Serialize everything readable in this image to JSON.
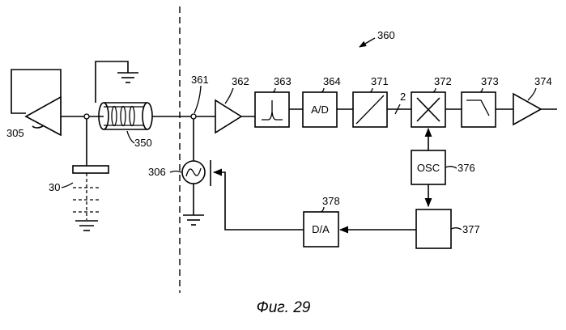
{
  "figure": {
    "caption": "Фиг. 29",
    "ref_main": "360"
  },
  "components": {
    "amp_left": "305",
    "capacitor": "30",
    "coax": "350",
    "source": "306",
    "node": "361",
    "amp_in": "362",
    "bandpass": "363",
    "adc": "364",
    "adc_label": "A/D",
    "converter": "371",
    "mixer": "372",
    "lowpass": "373",
    "amp_out": "374",
    "osc": "376",
    "osc_label": "OSC",
    "block_377": "377",
    "dac": "378",
    "dac_label": "D/A",
    "bus_width": "2"
  }
}
